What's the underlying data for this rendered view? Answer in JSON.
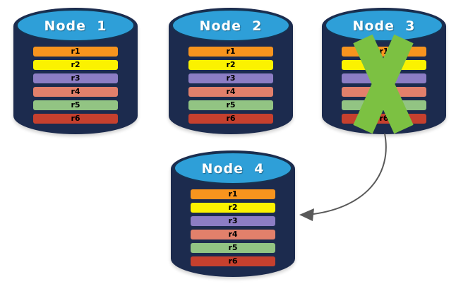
{
  "diagram": {
    "nodes": [
      {
        "label": "Node  1",
        "status": "healthy"
      },
      {
        "label": "Node  2",
        "status": "healthy"
      },
      {
        "label": "Node  3",
        "status": "failed"
      },
      {
        "label": "Node  4",
        "status": "healthy"
      }
    ],
    "replicas": [
      {
        "label": "r1",
        "color": "#F7941E"
      },
      {
        "label": "r2",
        "color": "#FBF200"
      },
      {
        "label": "r3",
        "color": "#8C7DC4"
      },
      {
        "label": "r4",
        "color": "#E2806B"
      },
      {
        "label": "r5",
        "color": "#92C483"
      },
      {
        "label": "r6",
        "color": "#C6402E"
      }
    ],
    "colors": {
      "cylinder_body": "#1C2B4E",
      "cylinder_top": "#2E9FD8",
      "failure_x": "#7CC142",
      "arrow": "#595959",
      "replica_text": "#000000",
      "node_label_text": "#FFFFFF"
    }
  }
}
